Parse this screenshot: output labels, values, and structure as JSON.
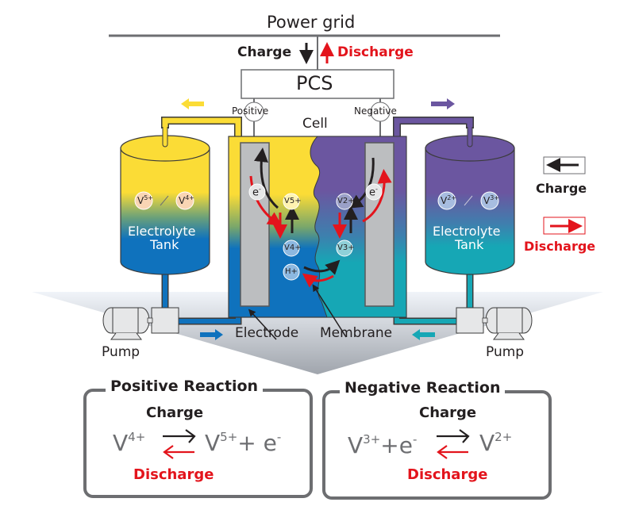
{
  "title": "Power grid",
  "top": {
    "charge_label": "Charge",
    "discharge_label": "Discharge",
    "pcs_label": "PCS",
    "positive_terminal": "Positive",
    "negative_terminal": "Negative",
    "cell_label": "Cell"
  },
  "left_tank": {
    "ion_a": "V",
    "ion_a_sup": "5+",
    "ion_b": "V",
    "ion_b_sup": "4+",
    "separator": "/",
    "label_line1": "Electrolyte",
    "label_line2": "Tank"
  },
  "right_tank": {
    "ion_a": "V",
    "ion_a_sup": "2+",
    "ion_b": "V",
    "ion_b_sup": "3+",
    "separator": "/",
    "label_line1": "Electrolyte",
    "label_line2": "Tank"
  },
  "cell": {
    "electron": "e",
    "electron_sup": "-",
    "pos_upper_ion": "V5+",
    "pos_lower_ion": "V4+",
    "neg_upper_ion": "V2+",
    "neg_lower_ion": "V3+",
    "proton": "H+"
  },
  "labels": {
    "electrode": "Electrode",
    "membrane": "Membrane",
    "pump_left": "Pump",
    "pump_right": "Pump"
  },
  "legend": {
    "charge": "Charge",
    "discharge": "Discharge"
  },
  "positive_reaction": {
    "title": "Positive Reaction",
    "charge": "Charge",
    "discharge": "Discharge",
    "lhs": "V",
    "lhs_sup": "4+",
    "rhs": "V",
    "rhs_sup": "5+",
    "rhs_tail": "+ e",
    "rhs_tail_sup": "-"
  },
  "negative_reaction": {
    "title": "Negative Reaction",
    "charge": "Charge",
    "discharge": "Discharge",
    "lhs": "V",
    "lhs_sup": "3+",
    "lhs_tail": "+e",
    "lhs_tail_sup": "-",
    "rhs": "V",
    "rhs_sup": "2+"
  },
  "colors": {
    "yellow": "#fbdc36",
    "blue": "#0f72bd",
    "purple": "#6b56a0",
    "teal": "#16a7b5",
    "red": "#e3141c",
    "dark": "#231f20",
    "gray": "#6d6e71"
  }
}
